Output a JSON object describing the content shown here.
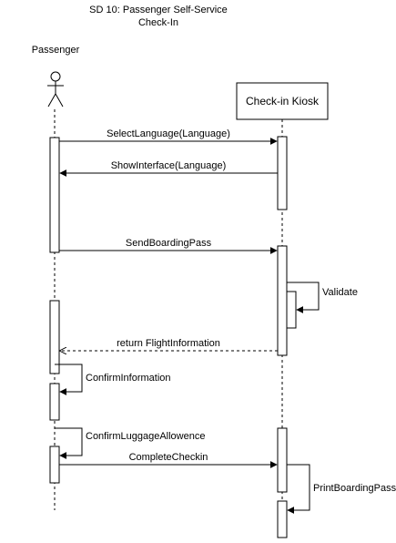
{
  "diagram": {
    "title_line1": "SD 10: Passenger Self-Service",
    "title_line2": "Check-In",
    "actors": [
      {
        "id": "passenger",
        "label": "Passenger",
        "kind": "stick-figure"
      },
      {
        "id": "kiosk",
        "label": "Check-in Kiosk",
        "kind": "box"
      }
    ],
    "messages": [
      {
        "id": "m1",
        "label": "SelectLanguage(Language)",
        "from": "passenger",
        "to": "kiosk",
        "style": "sync"
      },
      {
        "id": "m2",
        "label": "ShowInterface(Language)",
        "from": "kiosk",
        "to": "passenger",
        "style": "sync"
      },
      {
        "id": "m3",
        "label": "SendBoardingPass",
        "from": "passenger",
        "to": "kiosk",
        "style": "sync"
      },
      {
        "id": "m4",
        "label": "Validate",
        "from": "kiosk",
        "to": "kiosk",
        "style": "self"
      },
      {
        "id": "m5",
        "label": "return FlightInformation",
        "from": "kiosk",
        "to": "passenger",
        "style": "return"
      },
      {
        "id": "m6",
        "label": "ConfirmInformation",
        "from": "passenger",
        "to": "passenger",
        "style": "self"
      },
      {
        "id": "m7",
        "label": "ConfirmLuggageAllowence",
        "from": "passenger",
        "to": "passenger",
        "style": "self"
      },
      {
        "id": "m8",
        "label": "CompleteCheckin",
        "from": "passenger",
        "to": "kiosk",
        "style": "sync"
      },
      {
        "id": "m9",
        "label": "PrintBoardingPass",
        "from": "kiosk",
        "to": "kiosk",
        "style": "self"
      }
    ]
  }
}
